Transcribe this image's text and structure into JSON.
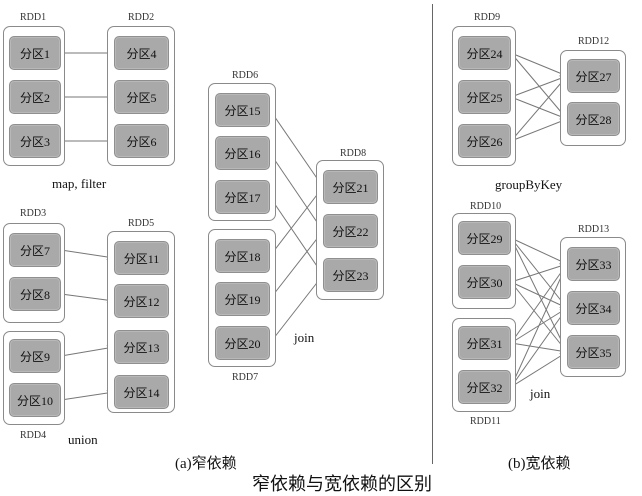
{
  "caption_narrow": "(a)窄依赖",
  "caption_wide": "(b)宽依赖",
  "figure_title": "窄依赖与宽依赖的区别",
  "rdds": [
    {
      "id": "rdd1",
      "label": "RDD1",
      "parts": [
        "分区1",
        "分区2",
        "分区3"
      ]
    },
    {
      "id": "rdd2",
      "label": "RDD2",
      "parts": [
        "分区4",
        "分区5",
        "分区6"
      ]
    },
    {
      "id": "rdd3",
      "label": "RDD3",
      "parts": [
        "分区7",
        "分区8"
      ]
    },
    {
      "id": "rdd4",
      "label": "RDD4",
      "parts": [
        "分区9",
        "分区10"
      ]
    },
    {
      "id": "rdd5",
      "label": "RDD5",
      "parts": [
        "分区11",
        "分区12",
        "分区13",
        "分区14"
      ]
    },
    {
      "id": "rdd6",
      "label": "RDD6",
      "parts": [
        "分区15",
        "分区16",
        "分区17"
      ]
    },
    {
      "id": "rdd7",
      "label": "RDD7",
      "parts": [
        "分区18",
        "分区19",
        "分区20"
      ]
    },
    {
      "id": "rdd8",
      "label": "RDD8",
      "parts": [
        "分区21",
        "分区22",
        "分区23"
      ]
    },
    {
      "id": "rdd9",
      "label": "RDD9",
      "parts": [
        "分区24",
        "分区25",
        "分区26"
      ]
    },
    {
      "id": "rdd12",
      "label": "RDD12",
      "parts": [
        "分区27",
        "分区28"
      ]
    },
    {
      "id": "rdd10",
      "label": "RDD10",
      "parts": [
        "分区29",
        "分区30"
      ]
    },
    {
      "id": "rdd11",
      "label": "RDD11",
      "parts": [
        "分区31",
        "分区32"
      ]
    },
    {
      "id": "rdd13",
      "label": "RDD13",
      "parts": [
        "分区33",
        "分区34",
        "分区35"
      ]
    }
  ],
  "operations": {
    "map_filter": "map, filter",
    "union": "union",
    "join_narrow": "join",
    "group_by_key": "groupByKey",
    "join_wide": "join"
  },
  "dependencies": [
    [
      "分区1",
      "分区4"
    ],
    [
      "分区2",
      "分区5"
    ],
    [
      "分区3",
      "分区6"
    ],
    [
      "分区7",
      "分区11"
    ],
    [
      "分区8",
      "分区12"
    ],
    [
      "分区9",
      "分区13"
    ],
    [
      "分区10",
      "分区14"
    ],
    [
      "分区15",
      "分区21"
    ],
    [
      "分区16",
      "分区22"
    ],
    [
      "分区17",
      "分区23"
    ],
    [
      "分区18",
      "分区21"
    ],
    [
      "分区19",
      "分区22"
    ],
    [
      "分区20",
      "分区23"
    ],
    [
      "分区24",
      "分区27"
    ],
    [
      "分区24",
      "分区28"
    ],
    [
      "分区25",
      "分区27"
    ],
    [
      "分区25",
      "分区28"
    ],
    [
      "分区26",
      "分区27"
    ],
    [
      "分区26",
      "分区28"
    ],
    [
      "分区29",
      "分区33"
    ],
    [
      "分区29",
      "分区34"
    ],
    [
      "分区29",
      "分区35"
    ],
    [
      "分区30",
      "分区33"
    ],
    [
      "分区30",
      "分区34"
    ],
    [
      "分区30",
      "分区35"
    ],
    [
      "分区31",
      "分区33"
    ],
    [
      "分区31",
      "分区34"
    ],
    [
      "分区31",
      "分区35"
    ],
    [
      "分区32",
      "分区33"
    ],
    [
      "分区32",
      "分区34"
    ],
    [
      "分区32",
      "分区35"
    ]
  ]
}
